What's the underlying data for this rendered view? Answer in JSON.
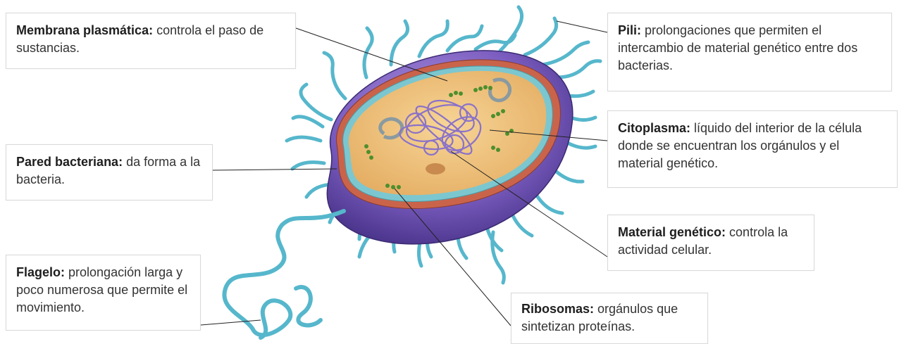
{
  "labels": {
    "membrana": {
      "term": "Membrana plasmática:",
      "description": " controla el paso de sustancias."
    },
    "pared": {
      "term": "Pared bacteriana:",
      "description": " da forma a la bacteria."
    },
    "flagelo": {
      "term": "Flagelo:",
      "description": " prolongación larga y poco numerosa que permite el movimiento."
    },
    "pili": {
      "term": "Pili:",
      "description": " prolongaciones que permiten el intercambio de material genético entre dos bacterias."
    },
    "citoplasma": {
      "term": "Citoplasma:",
      "description": " líquido del interior de la célula donde se encuentran los orgánulos y el material genético."
    },
    "material": {
      "term": "Material genético:",
      "description": " controla la actividad celular."
    },
    "ribosomas": {
      "term": "Ribosomas:",
      "description": " orgánulos que sintetizan proteínas."
    }
  },
  "colors": {
    "pili": "#56b7cc",
    "cytoplasm": "#efc37a",
    "capsule": "#6a4fa8",
    "wall": "#c9644b",
    "dna": "#8a72c8",
    "ribosome": "#4d8f2e"
  }
}
